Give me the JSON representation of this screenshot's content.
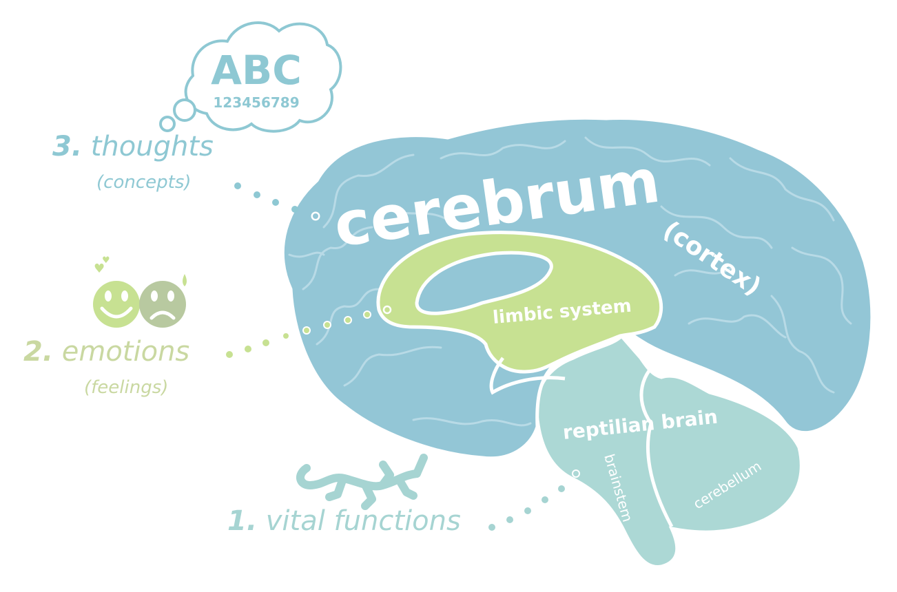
{
  "colors": {
    "cortex": "#93c6d6",
    "cortex_dark": "#7fb8cb",
    "limbic": "#c7e192",
    "brainstem": "#acd8d5",
    "thought_text": "#8ec8d3",
    "emotion_text": "#c9d8a1",
    "vital_text": "#a6d4d2",
    "outline": "#ffffff"
  },
  "thought_cloud": {
    "letters": "ABC",
    "digits": "123456789"
  },
  "labels": {
    "thoughts": {
      "number": "3.",
      "title": "thoughts",
      "subtitle": "(concepts)"
    },
    "emotions": {
      "number": "2.",
      "title": "emotions",
      "subtitle": "(feelings)"
    },
    "vital": {
      "number": "1.",
      "title": "vital functions"
    }
  },
  "regions": {
    "cerebrum": "cerebrum",
    "cortex": "(cortex)",
    "limbic": "limbic system",
    "reptilian": "reptilian brain",
    "brainstem": "brainstem",
    "cerebellum": "cerebellum"
  },
  "icons": {
    "cloud": "thought-cloud-icon",
    "happy": "smiley-happy-icon",
    "sad": "smiley-sad-icon",
    "lizard": "lizard-icon"
  }
}
